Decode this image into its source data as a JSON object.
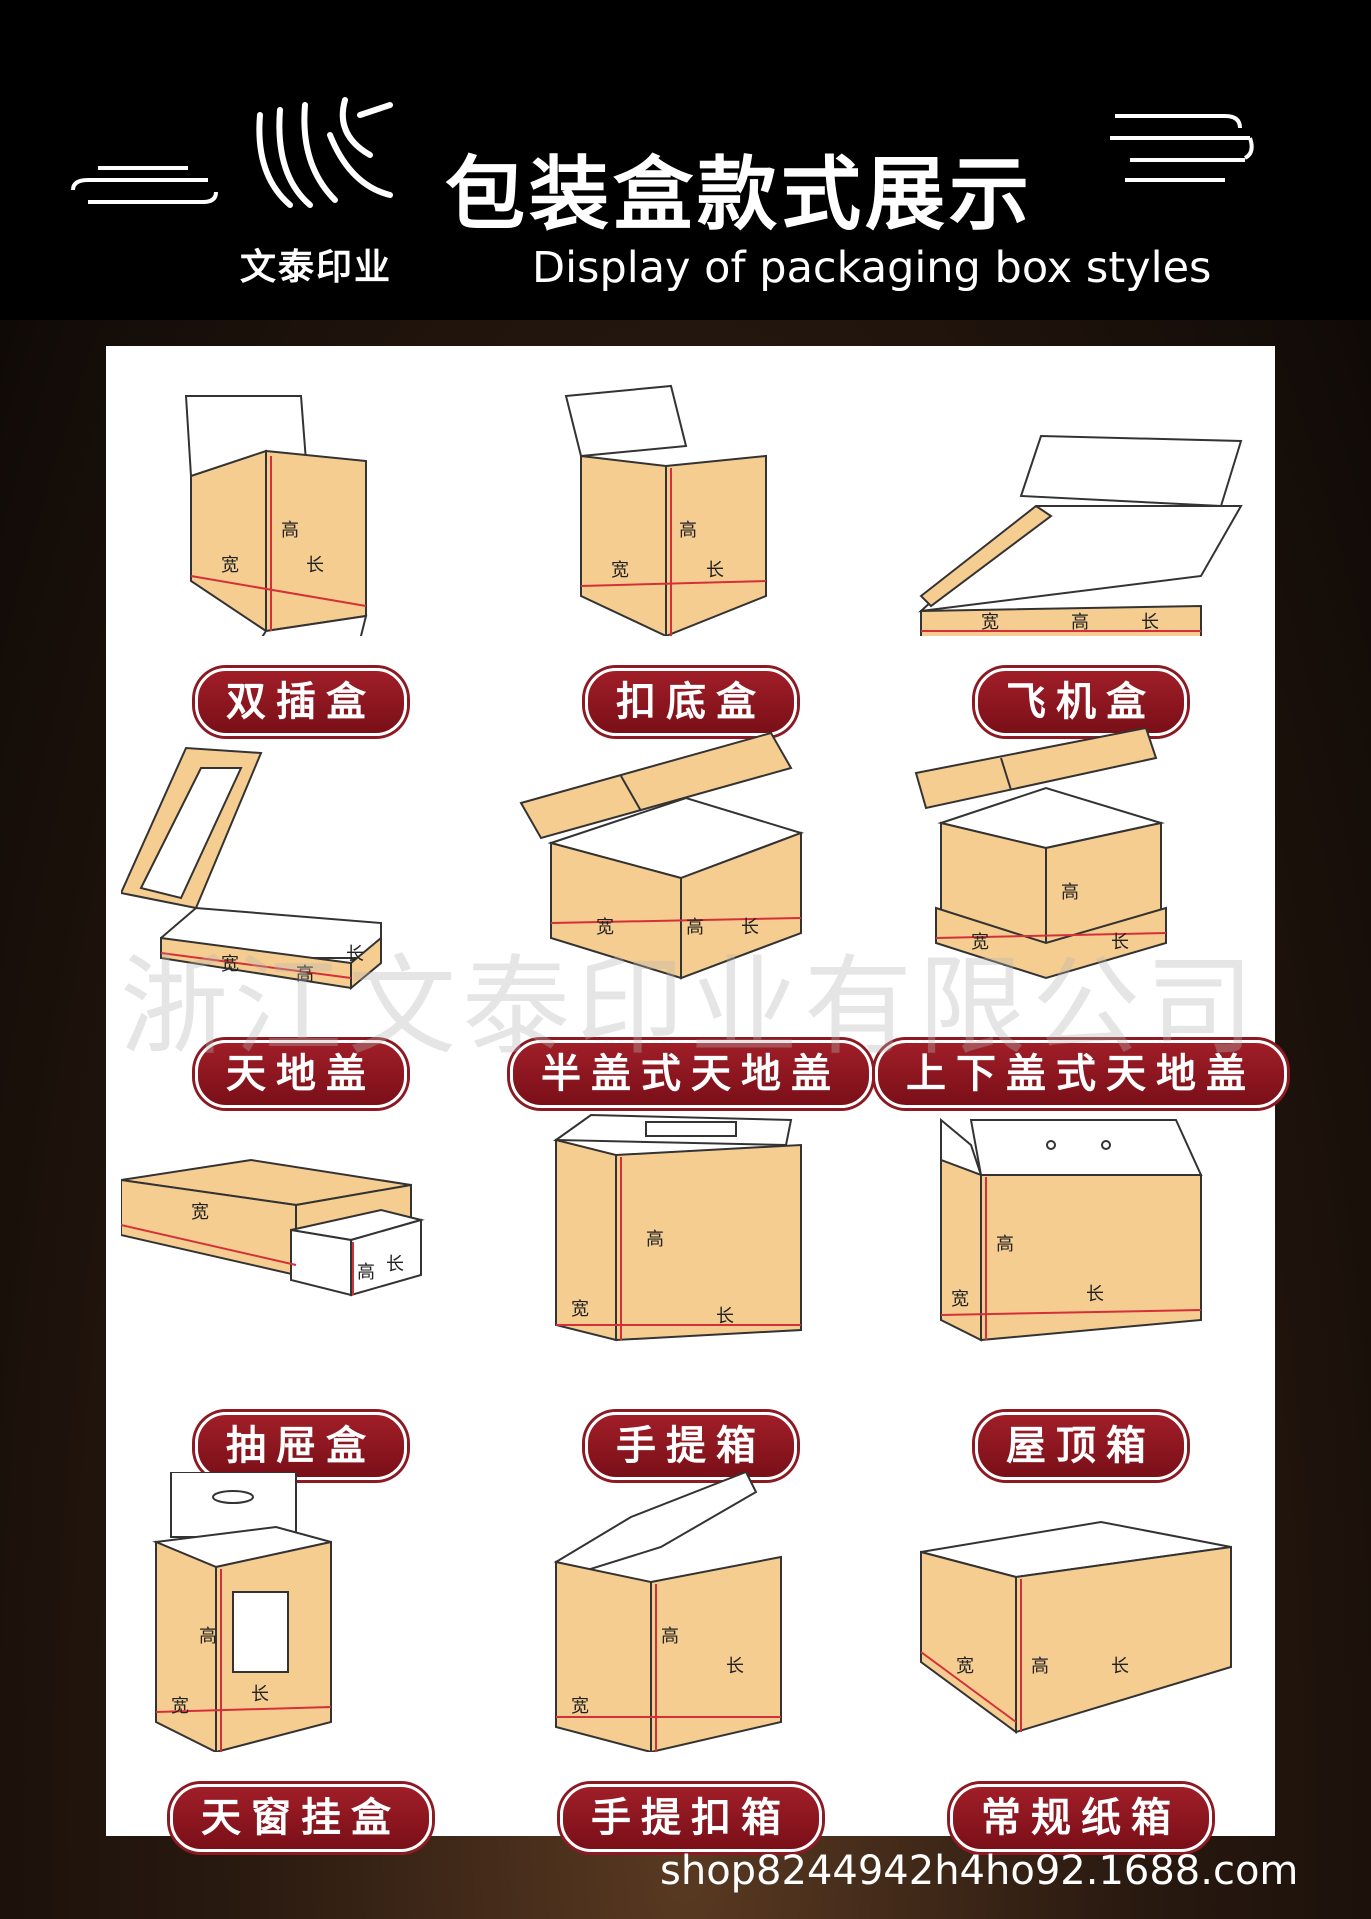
{
  "header": {
    "logo_text": "文泰印业",
    "title_cn": "包装盒款式展示",
    "title_en": "Display of packaging box styles"
  },
  "colors": {
    "kraft": "#f6cd90",
    "line": "#d4303a",
    "label_bg": "#8d1a22"
  },
  "dims": {
    "w": "宽",
    "h": "高",
    "l": "长"
  },
  "boxes": [
    {
      "label": "双插盒"
    },
    {
      "label": "扣底盒"
    },
    {
      "label": "飞机盒"
    },
    {
      "label": "天地盖"
    },
    {
      "label": "半盖式天地盖"
    },
    {
      "label": "上下盖式天地盖"
    },
    {
      "label": "抽屉盒"
    },
    {
      "label": "手提箱"
    },
    {
      "label": "屋顶箱"
    },
    {
      "label": "天窗挂盒"
    },
    {
      "label": "手提扣箱"
    },
    {
      "label": "常规纸箱"
    }
  ],
  "watermark": "浙江文泰印业有限公司",
  "footer": {
    "shop_url": "shop8244942h4ho92.1688.com"
  }
}
